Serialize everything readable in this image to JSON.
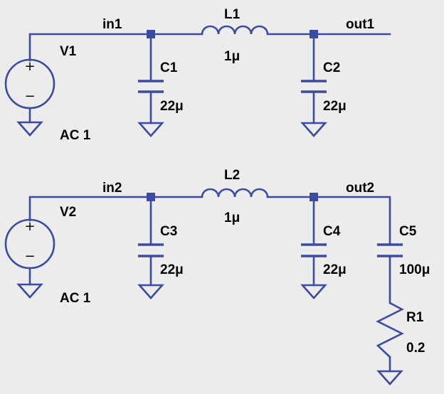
{
  "colors": {
    "wire": "#3b4aa3",
    "background": "#ececec",
    "text": "#000000"
  },
  "circuit1": {
    "source": {
      "name": "V1",
      "value": "AC 1"
    },
    "net_in": "in1",
    "net_out": "out1",
    "inductor": {
      "name": "L1",
      "value": "1μ"
    },
    "cap_in": {
      "name": "C1",
      "value": "22μ"
    },
    "cap_out": {
      "name": "C2",
      "value": "22μ"
    }
  },
  "circuit2": {
    "source": {
      "name": "V2",
      "value": "AC 1"
    },
    "net_in": "in2",
    "net_out": "out2",
    "inductor": {
      "name": "L2",
      "value": "1μ"
    },
    "cap_in": {
      "name": "C3",
      "value": "22μ"
    },
    "cap_out": {
      "name": "C4",
      "value": "22μ"
    },
    "cap_load": {
      "name": "C5",
      "value": "100μ"
    },
    "resistor": {
      "name": "R1",
      "value": "0.2"
    }
  },
  "symbols": {
    "plus": "+",
    "minus": "−"
  }
}
